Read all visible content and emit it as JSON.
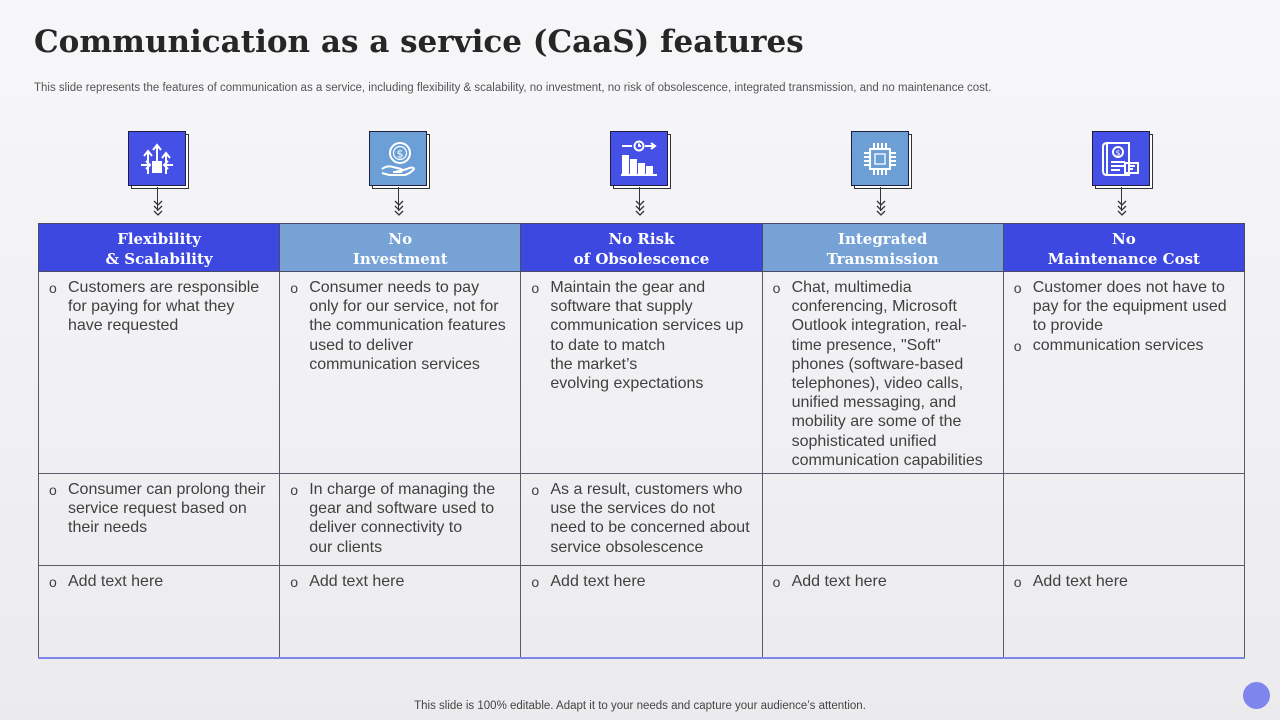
{
  "title": "Communication as a service (CaaS) features",
  "subtitle": "This slide represents the features of communication as a service, including flexibility & scalability, no investment, no risk of obsolescence, integrated transmission, and no maintenance cost.",
  "columns": [
    {
      "header": "Flexibility\n& Scalability",
      "icon": "scalability-arrows-icon",
      "color": "#3c48e0"
    },
    {
      "header": "No\nInvestment",
      "icon": "dollar-hand-icon",
      "color": "#76a2d6"
    },
    {
      "header": "No Risk\nof Obsolescence",
      "icon": "declining-chart-icon",
      "color": "#3c48e0"
    },
    {
      "header": "Integrated\nTransmission",
      "icon": "chip-icon",
      "color": "#76a2d6"
    },
    {
      "header": "No\nMaintenance Cost",
      "icon": "cost-document-icon",
      "color": "#3c48e0"
    }
  ],
  "rows": [
    [
      [
        "Customers are responsible\nfor paying for what they\nhave requested"
      ],
      [
        "Consumer needs to pay\nonly for our service, not for\nthe communication features\nused to deliver\ncommunication services"
      ],
      [
        "Maintain the gear and\nsoftware that supply\ncommunication services up\nto date to match\nthe market’s\nevolving expectations"
      ],
      [
        "Chat, multimedia\nconferencing, Microsoft\nOutlook integration, real-\ntime presence, \"Soft\"\nphones (software-based\ntelephones), video calls,\nunified messaging, and\nmobility are some of the\nsophisticated unified\ncommunication capabilities"
      ],
      [
        "Customer does not have to\npay for the equipment used\nto provide",
        "    communication services"
      ]
    ],
    [
      [
        "Consumer can prolong their\nservice request based on\ntheir needs"
      ],
      [
        "In charge of managing the\ngear and software used to\ndeliver connectivity to\nour clients"
      ],
      [
        "As a result, customers who\nuse the services do not\nneed to be concerned about\nservice obsolescence"
      ],
      [],
      []
    ],
    [
      [
        "Add text here"
      ],
      [
        "Add text here"
      ],
      [
        "Add text here"
      ],
      [
        "Add text here"
      ],
      [
        "Add text here"
      ]
    ]
  ],
  "bullet_glyph": "o",
  "footer": "This slide is 100% editable. Adapt it to your needs and capture your audience’s attention.",
  "colors": {
    "accent": "#3c48e0",
    "accent_light": "#76a2d6",
    "dot": "#7e85ec"
  }
}
